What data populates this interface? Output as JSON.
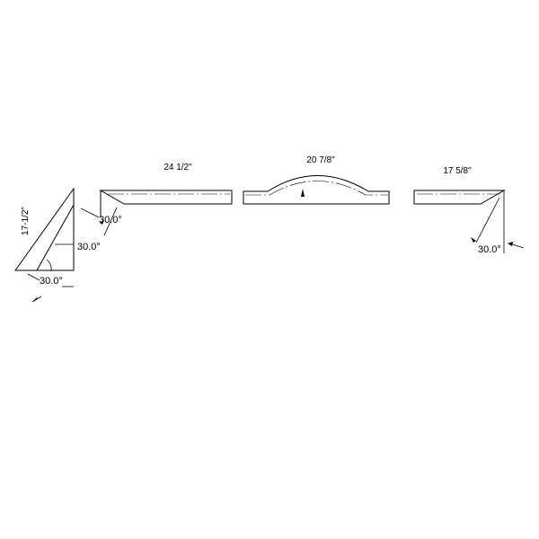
{
  "pieces": {
    "left": {
      "length_label": "17-1/2\"",
      "angle_labels": [
        "30.0°",
        "30.0°",
        "30.0°"
      ]
    },
    "first": {
      "length_label": "24 1/2\""
    },
    "arched": {
      "length_label": "20 7/8\""
    },
    "right": {
      "length_label": "17 5/8\"",
      "angle_label": "30.0°"
    }
  }
}
